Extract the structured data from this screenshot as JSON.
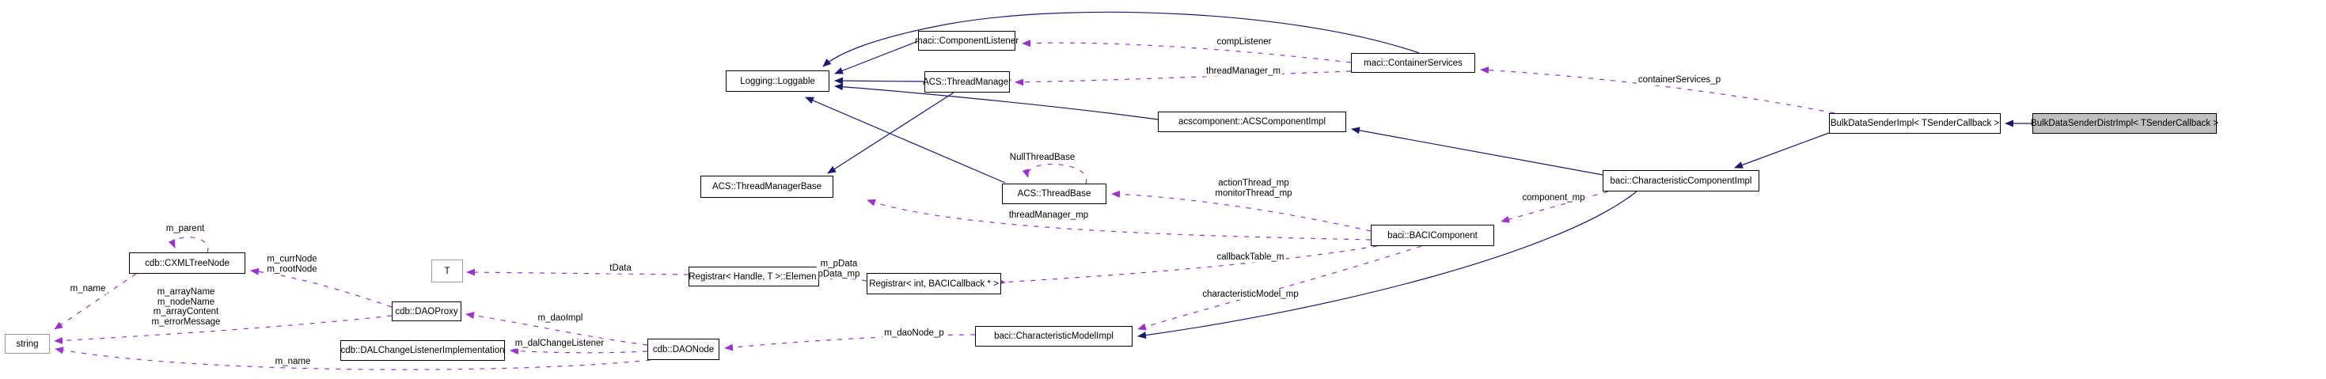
{
  "diagram": {
    "kind": "doxygen-collaboration-graph",
    "main_class": "BulkDataSenderDistrImpl< TSenderCallback >",
    "colors": {
      "inheritance_edge": "#191970",
      "usage_edge": "#9a32cd",
      "node_border": "#000000",
      "external_node_border": "#9a9a9a",
      "node_fill": "#ffffff",
      "main_node_fill": "#bfbfbf"
    }
  },
  "nodes": [
    {
      "id": "maci-component-listener",
      "label": "maci::ComponentListener"
    },
    {
      "id": "maci-container-services",
      "label": "maci::ContainerServices"
    },
    {
      "id": "logging-loggable",
      "label": "Logging::Loggable"
    },
    {
      "id": "acs-thread-manager",
      "label": "ACS::ThreadManager"
    },
    {
      "id": "acscomponent-acscomponentimpl",
      "label": "acscomponent::ACSComponentImpl"
    },
    {
      "id": "bulk-data-sender-impl",
      "label": "BulkDataSenderImpl< TSenderCallback >"
    },
    {
      "id": "bulk-data-sender-distr-impl",
      "label": "BulkDataSenderDistrImpl< TSenderCallback >"
    },
    {
      "id": "acs-thread-manager-base",
      "label": "ACS::ThreadManagerBase"
    },
    {
      "id": "acs-thread-base",
      "label": "ACS::ThreadBase"
    },
    {
      "id": "baci-characteristic-component-impl",
      "label": "baci::CharacteristicComponentImpl"
    },
    {
      "id": "baci-baci-component",
      "label": "baci::BACIComponent"
    },
    {
      "id": "cdb-cxml-tree-node",
      "label": "cdb::CXMLTreeNode"
    },
    {
      "id": "t",
      "label": "T"
    },
    {
      "id": "registrar-handle-t-element",
      "label": "Registrar< Handle, T >::Element"
    },
    {
      "id": "registrar-int-bacicallback",
      "label": "Registrar< int, BACICallback * >"
    },
    {
      "id": "cdb-dao-proxy",
      "label": "cdb::DAOProxy"
    },
    {
      "id": "string",
      "label": "string"
    },
    {
      "id": "cdb-dal-change-listener-implementation",
      "label": "cdb::DALChangeListenerImplementation"
    },
    {
      "id": "cdb-dao-node",
      "label": "cdb::DAONode"
    },
    {
      "id": "baci-characteristic-model-impl",
      "label": "baci::CharacteristicModelImpl"
    }
  ],
  "edge_labels": [
    {
      "text": "compListener"
    },
    {
      "text": "threadManager_m"
    },
    {
      "text": "containerServices_p"
    },
    {
      "text": "NullThreadBase"
    },
    {
      "text": "actionThread_mp\nmonitorThread_mp"
    },
    {
      "text": "component_mp"
    },
    {
      "text": "threadManager_mp"
    },
    {
      "text": "callbackTable_m"
    },
    {
      "text": "characteristicModel_mp"
    },
    {
      "text": "m_pData\npData_mp"
    },
    {
      "text": "tData"
    },
    {
      "text": "m_daoNode_p"
    },
    {
      "text": "m_daoImpl"
    },
    {
      "text": "m_dalChangeListener"
    },
    {
      "text": "m_currNode\nm_rootNode"
    },
    {
      "text": "m_name"
    },
    {
      "text": "m_arrayName\nm_nodeName\nm_arrayContent\nm_errorMessage"
    },
    {
      "text": "m_name"
    },
    {
      "text": "m_parent"
    }
  ],
  "edges": [
    {
      "from": "maci::ComponentListener",
      "to": "Logging::Loggable",
      "type": "inheritance"
    },
    {
      "from": "ACS::ThreadManager",
      "to": "Logging::Loggable",
      "type": "inheritance"
    },
    {
      "from": "acscomponent::ACSComponentImpl",
      "to": "Logging::Loggable",
      "type": "inheritance"
    },
    {
      "from": "ACS::ThreadBase",
      "to": "Logging::Loggable",
      "type": "inheritance"
    },
    {
      "from": "maci::ContainerServices",
      "to": "Logging::Loggable",
      "type": "inheritance"
    },
    {
      "from": "ACS::ThreadManager",
      "to": "ACS::ThreadManagerBase",
      "type": "inheritance"
    },
    {
      "from": "baci::CharacteristicComponentImpl",
      "to": "acscomponent::ACSComponentImpl",
      "type": "inheritance"
    },
    {
      "from": "baci::CharacteristicComponentImpl",
      "to": "baci::CharacteristicModelImpl",
      "type": "inheritance"
    },
    {
      "from": "BulkDataSenderImpl< TSenderCallback >",
      "to": "baci::CharacteristicComponentImpl",
      "type": "inheritance"
    },
    {
      "from": "BulkDataSenderDistrImpl< TSenderCallback >",
      "to": "BulkDataSenderImpl< TSenderCallback >",
      "type": "inheritance"
    },
    {
      "from": "maci::ContainerServices",
      "to": "maci::ComponentListener",
      "type": "usage",
      "label": "compListener"
    },
    {
      "from": "maci::ContainerServices",
      "to": "ACS::ThreadManager",
      "type": "usage",
      "label": "threadManager_m"
    },
    {
      "from": "BulkDataSenderImpl< TSenderCallback >",
      "to": "maci::ContainerServices",
      "type": "usage",
      "label": "containerServices_p"
    },
    {
      "from": "ACS::ThreadBase",
      "to": "ACS::ThreadBase",
      "type": "usage",
      "label": "NullThreadBase"
    },
    {
      "from": "baci::BACIComponent",
      "to": "ACS::ThreadBase",
      "type": "usage",
      "label": "actionThread_mp, monitorThread_mp"
    },
    {
      "from": "baci::BACIComponent",
      "to": "ACS::ThreadManagerBase",
      "type": "usage",
      "label": "threadManager_mp"
    },
    {
      "from": "baci::CharacteristicComponentImpl",
      "to": "baci::BACIComponent",
      "type": "usage",
      "label": "component_mp"
    },
    {
      "from": "baci::BACIComponent",
      "to": "Registrar< int, BACICallback * >",
      "type": "usage",
      "label": "callbackTable_m"
    },
    {
      "from": "baci::BACIComponent",
      "to": "baci::CharacteristicModelImpl",
      "type": "usage",
      "label": "characteristicModel_mp"
    },
    {
      "from": "Registrar< int, BACICallback * >",
      "to": "Registrar< Handle, T >::Element",
      "type": "usage",
      "label": "m_pData, pData_mp"
    },
    {
      "from": "Registrar< Handle, T >::Element",
      "to": "T",
      "type": "usage",
      "label": "tData"
    },
    {
      "from": "baci::CharacteristicModelImpl",
      "to": "cdb::DAONode",
      "type": "usage",
      "label": "m_daoNode_p"
    },
    {
      "from": "cdb::DAONode",
      "to": "cdb::DAOProxy",
      "type": "usage",
      "label": "m_daoImpl"
    },
    {
      "from": "cdb::DAONode",
      "to": "cdb::DALChangeListenerImplementation",
      "type": "usage",
      "label": "m_dalChangeListener"
    },
    {
      "from": "cdb::DAOProxy",
      "to": "cdb::CXMLTreeNode",
      "type": "usage",
      "label": "m_currNode, m_rootNode"
    },
    {
      "from": "cdb::DAOProxy",
      "to": "string",
      "type": "usage",
      "label": "m_arrayName, m_nodeName, m_arrayContent, m_errorMessage"
    },
    {
      "from": "cdb::CXMLTreeNode",
      "to": "string",
      "type": "usage",
      "label": "m_name"
    },
    {
      "from": "cdb::DAONode",
      "to": "string",
      "type": "usage",
      "label": "m_name"
    },
    {
      "from": "cdb::CXMLTreeNode",
      "to": "cdb::CXMLTreeNode",
      "type": "usage",
      "label": "m_parent"
    }
  ]
}
